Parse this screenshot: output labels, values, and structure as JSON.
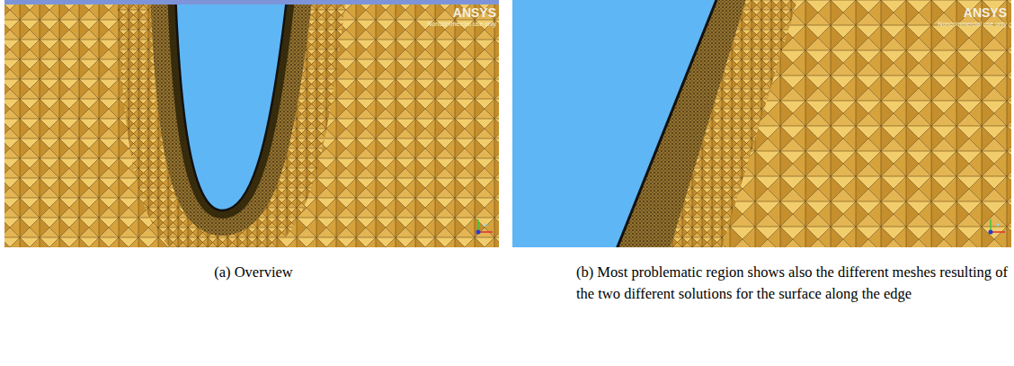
{
  "diagram": {
    "labels": [
      "ANSYS",
      "Noncommercial use only",
      "ANSYS",
      "Noncommercial use only",
      "(a) Overview",
      "(b) Most problematic region shows also the different meshes resulting of the two different solutions for the surface along the edge"
    ]
  }
}
